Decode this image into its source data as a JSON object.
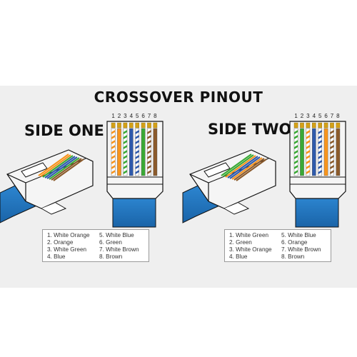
{
  "title": "CROSSOVER PINOUT",
  "side_one": {
    "label": "SIDE ONE",
    "pin_numbers": [
      "1",
      "2",
      "3",
      "4",
      "5",
      "6",
      "7",
      "8"
    ],
    "legend": {
      "left": [
        "1. White Orange",
        "2. Orange",
        "3. White Green",
        "4. Blue"
      ],
      "right": [
        "5. White Blue",
        "6. Green",
        "7. White Brown",
        "8. Brown"
      ]
    },
    "wire_colors": [
      "#f7941d",
      "#f7941d",
      "#3aa935",
      "#2e5aac",
      "#2e5aac",
      "#3aa935",
      "#8b5a2b",
      "#8b5a2b"
    ],
    "wire_striped": [
      true,
      false,
      true,
      false,
      true,
      false,
      true,
      false
    ]
  },
  "side_two": {
    "label": "SIDE TWO",
    "pin_numbers": [
      "1",
      "2",
      "3",
      "4",
      "5",
      "6",
      "7",
      "8"
    ],
    "legend": {
      "left": [
        "1. White Green",
        "2. Green",
        "3. White Orange",
        "4. Blue"
      ],
      "right": [
        "5. White Blue",
        "6. Orange",
        "7. White Brown",
        "8. Brown"
      ]
    },
    "wire_colors": [
      "#3aa935",
      "#3aa935",
      "#f7941d",
      "#2e5aac",
      "#2e5aac",
      "#f7941d",
      "#8b5a2b",
      "#8b5a2b"
    ],
    "wire_striped": [
      true,
      false,
      true,
      false,
      true,
      false,
      true,
      false
    ]
  },
  "colors": {
    "cable_blue": "#1f77c4",
    "background_band": "#efefef"
  }
}
